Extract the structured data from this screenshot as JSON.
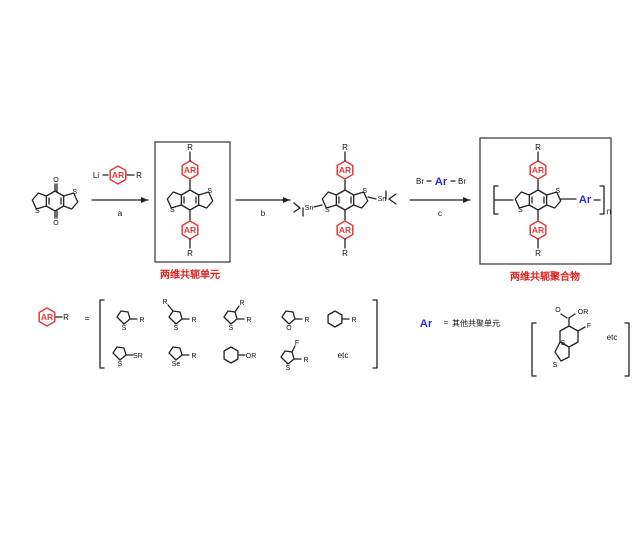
{
  "reagents": {
    "li": "Li",
    "ar_group": "AR",
    "r": "R",
    "br": "Br",
    "ar_blue": "Ar",
    "step_a": "a",
    "step_b": "b",
    "step_c": "c",
    "sn": "Sn",
    "n": "n"
  },
  "atoms": {
    "o": "O",
    "s": "S",
    "se": "Se",
    "f": "F",
    "sr": "SR",
    "or": "OR",
    "eq": "="
  },
  "captions": {
    "monomer": "两维共轭单元",
    "polymer": "两维共轭聚合物",
    "other_units": "其他共聚单元"
  },
  "legend": {
    "etc": "etc"
  },
  "colors": {
    "red": "#e53a3a",
    "blue": "#2a2ad6",
    "black": "#222222"
  }
}
